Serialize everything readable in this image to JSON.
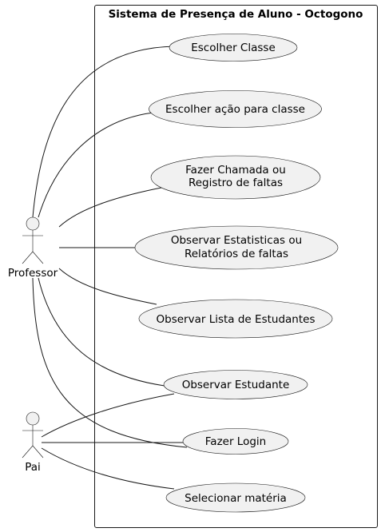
{
  "system": {
    "title": "Sistema de Presença de Aluno - Octogono"
  },
  "actors": {
    "professor": "Professor",
    "pai": "Pai"
  },
  "use_cases": {
    "escolher_classe": [
      "Escolher Classe"
    ],
    "escolher_acao": [
      "Escolher ação para classe"
    ],
    "fazer_chamada": [
      "Fazer Chamada ou",
      "Registro de faltas"
    ],
    "observar_estatisticas": [
      "Observar Estatisticas ou",
      "Relatórios de faltas"
    ],
    "observar_lista": [
      "Observar Lista de Estudantes"
    ],
    "observar_estudante": [
      "Observar Estudante"
    ],
    "fazer_login": [
      "Fazer Login"
    ],
    "selecionar_materia": [
      "Selecionar matéria"
    ]
  },
  "associations": [
    {
      "actor": "professor",
      "use_case": "escolher_classe"
    },
    {
      "actor": "professor",
      "use_case": "escolher_acao"
    },
    {
      "actor": "professor",
      "use_case": "fazer_chamada"
    },
    {
      "actor": "professor",
      "use_case": "observar_estatisticas"
    },
    {
      "actor": "professor",
      "use_case": "observar_lista"
    },
    {
      "actor": "professor",
      "use_case": "observar_estudante"
    },
    {
      "actor": "professor",
      "use_case": "fazer_login"
    },
    {
      "actor": "pai",
      "use_case": "observar_estudante"
    },
    {
      "actor": "pai",
      "use_case": "fazer_login"
    },
    {
      "actor": "pai",
      "use_case": "selecionar_materia"
    }
  ]
}
